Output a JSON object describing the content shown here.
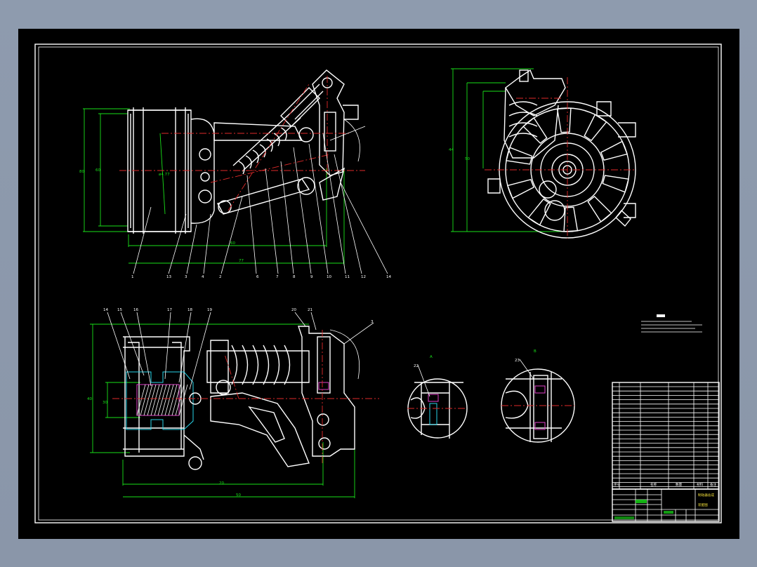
{
  "upper_left_view": {
    "balloon_labels": [
      "1",
      "13",
      "3",
      "4",
      "2",
      "6",
      "7",
      "8",
      "9",
      "10",
      "11",
      "12",
      "14"
    ],
    "dimension_texts": [
      "80",
      "60",
      "ø4.77",
      "60",
      "77"
    ]
  },
  "lower_left_view": {
    "balloon_labels": [
      "14",
      "15",
      "16",
      "17",
      "18",
      "19",
      "20",
      "21",
      "3"
    ],
    "dimension_texts": [
      "40",
      "30",
      "20",
      "50"
    ]
  },
  "detail_views": [
    {
      "letter": "A",
      "balloon": "22"
    },
    {
      "letter": "B",
      "balloon": "23"
    }
  ],
  "upper_right_view": {
    "dimension_texts": [
      "44",
      "50"
    ]
  },
  "title_block": {
    "title": "制动器总成",
    "drawing_no": "装配图",
    "footer_cells": [
      "序号",
      "名称",
      "数量",
      "材料",
      "备注"
    ]
  }
}
